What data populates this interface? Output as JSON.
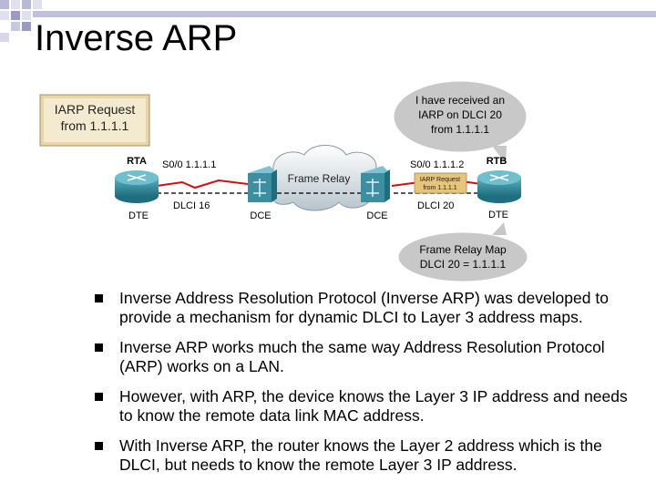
{
  "slide": {
    "title": "Inverse ARP"
  },
  "diagram": {
    "iarp_request_box": [
      "IARP Request",
      "from 1.1.1.1"
    ],
    "bubble_received": [
      "I have received an",
      "IARP on DLCI 20",
      "from 1.1.1.1"
    ],
    "bubble_map": [
      "Frame Relay Map",
      "DLCI 20 = 1.1.1.1"
    ],
    "cloud_label": "Frame Relay",
    "packet_label": [
      "IARP Request",
      "from 1.1.1.1"
    ],
    "rta": {
      "name": "RTA",
      "interface": "S0/0 1.1.1.1",
      "role": "DTE",
      "dlci": "DLCI 16"
    },
    "rtb": {
      "name": "RTB",
      "interface": "S0/0 1.1.1.2",
      "role": "DTE",
      "dlci": "DLCI 20"
    },
    "switch_left_role": "DCE",
    "switch_right_role": "DCE",
    "colors": {
      "bubble": "#c8c8c8",
      "router": "#2a8a9c",
      "switch": "#3c8fa0",
      "packet": "#e6c57a",
      "serial_link": "#d01010"
    }
  },
  "bullets": [
    "Inverse Address Resolution Protocol (Inverse ARP) was developed to provide a mechanism for dynamic DLCI to Layer 3 address maps.",
    "Inverse ARP works much the same way Address Resolution Protocol (ARP) works on a LAN.",
    "However, with ARP, the device knows the Layer 3 IP address and needs to know the remote data link MAC address.",
    "With Inverse ARP, the router knows the Layer 2 address which is the DLCI, but needs to know the remote Layer 3 IP address."
  ]
}
